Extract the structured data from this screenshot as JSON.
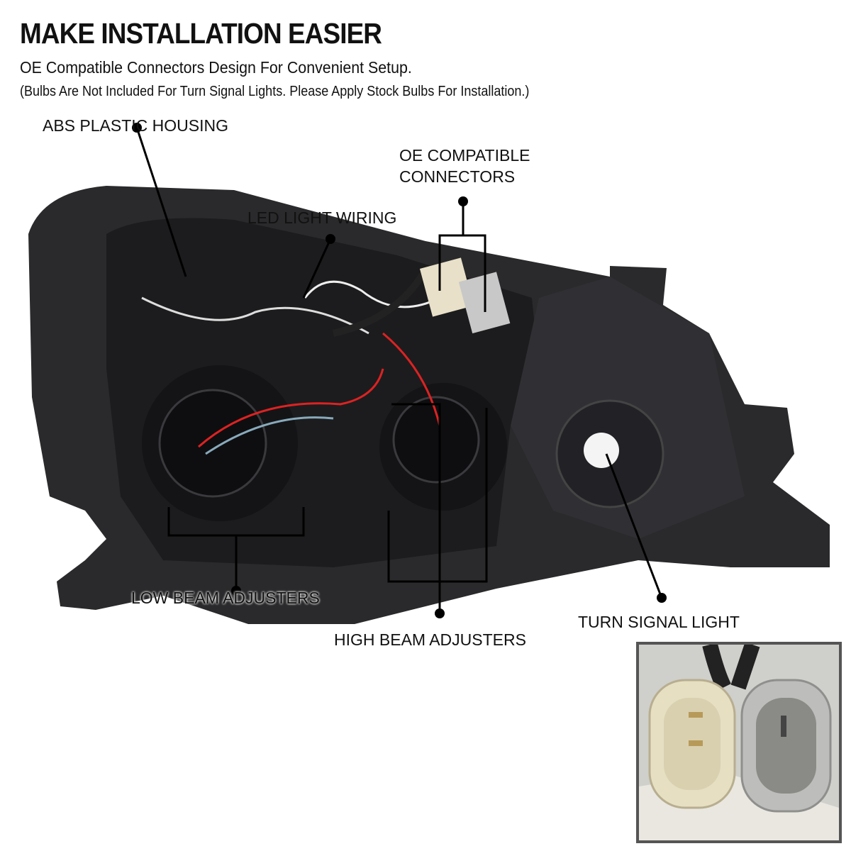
{
  "header": {
    "title": "MAKE INSTALLATION EASIER",
    "subtitle": "OE Compatible Connectors Design For Convenient Setup.",
    "note": "(Bulbs Are Not Included For Turn Signal Lights. Please Apply Stock Bulbs For Installation.)"
  },
  "callouts": {
    "abs_housing": "ABS PLASTIC HOUSING",
    "led_wiring": "LED LIGHT WIRING",
    "oe_connectors_line1": "OE COMPATIBLE",
    "oe_connectors_line2": "CONNECTORS",
    "low_beam": "LOW BEAM ADJUSTERS",
    "high_beam": "HIGH BEAM ADJUSTERS",
    "turn_signal": "TURN SIGNAL LIGHT"
  },
  "colors": {
    "housing": "#2a2a2c",
    "callout_line": "#000000",
    "inset_border": "#555555"
  }
}
